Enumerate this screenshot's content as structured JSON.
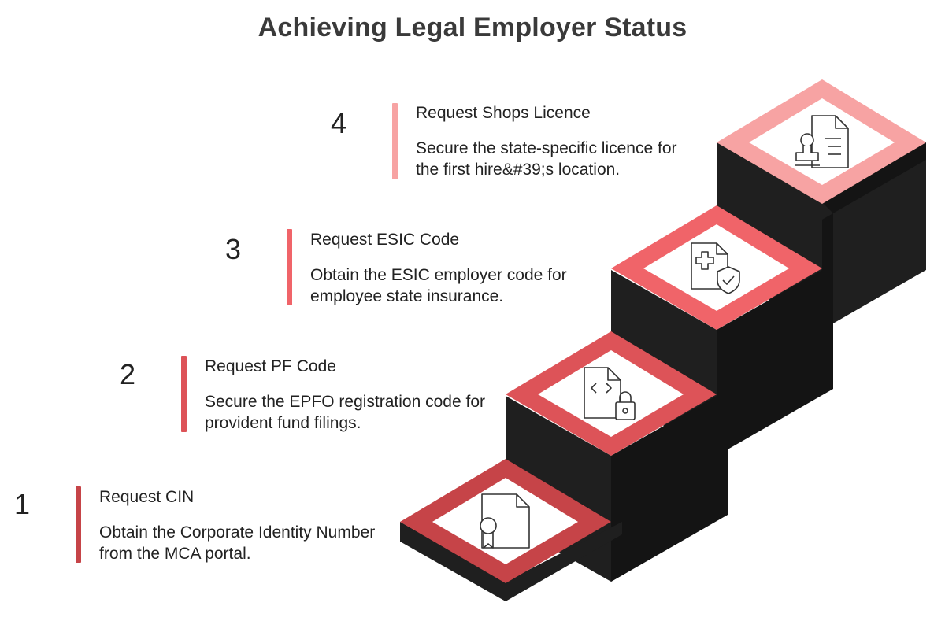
{
  "title": "Achieving Legal Employer Status",
  "steps": [
    {
      "number": "1",
      "title": "Request CIN",
      "description": "Obtain the Corporate Identity Number from the MCA portal.",
      "icon": "certificate-document-icon",
      "color": "#c64448"
    },
    {
      "number": "2",
      "title": "Request PF Code",
      "description": "Secure the EPFO registration code for provident fund filings.",
      "icon": "code-file-lock-icon",
      "color": "#dd5358"
    },
    {
      "number": "3",
      "title": "Request ESIC Code",
      "description": "Obtain the ESIC employer code for employee state insurance.",
      "icon": "medical-file-shield-icon",
      "color": "#f06469"
    },
    {
      "number": "4",
      "title": "Request Shops Licence",
      "description": "Secure the state-specific licence for the first hire&#39;s location.",
      "icon": "stamp-document-icon",
      "color": "#f7a3a3"
    }
  ]
}
